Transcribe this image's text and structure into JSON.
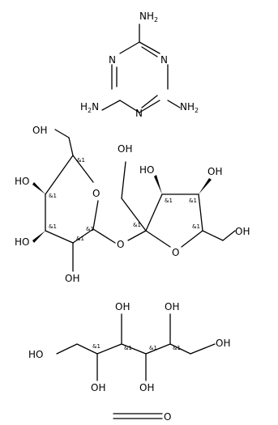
{
  "melamine": {
    "nh2_top": "NH",
    "nh2_top_sub": "2",
    "h2n_left": "H",
    "h2n_left_sub": "2",
    "h2n_left_n": "N",
    "nh2_right": "NH",
    "nh2_right_sub": "2",
    "ring_n": [
      "N",
      "N",
      "N"
    ]
  },
  "sucrose": {
    "oh_labels": [
      "OH",
      "HO",
      "HO",
      "OH",
      "OH",
      "HO",
      "OH",
      "OH"
    ],
    "o_labels": [
      "O",
      "O",
      "O"
    ],
    "stereo": [
      "&1",
      "&1",
      "&1",
      "&1",
      "&1",
      "&1",
      "&1",
      "&1",
      "&1"
    ]
  },
  "sorbitol": {
    "oh_labels": [
      "HO",
      "OH",
      "OH",
      "OH",
      "OH",
      "OH"
    ],
    "stereo": [
      "&1",
      "&1",
      "&1",
      "&1"
    ]
  },
  "formaldehyde": {
    "o_label": "O"
  }
}
